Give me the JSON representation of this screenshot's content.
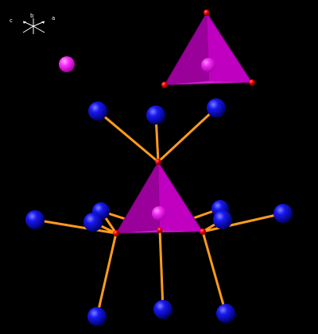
{
  "axes": {
    "labels": [
      "c",
      "b",
      "a"
    ]
  },
  "colors": {
    "background": "#000000",
    "tetrahedron": "#b400b4",
    "tetrahedron_light": "#cf2fcf",
    "tetrahedron_dark": "#7a007a",
    "central_atom": "#ff33ff",
    "oxygen": "#ee0000",
    "blue_atom": "#0a0ae0",
    "bond": "#ff9a1f"
  }
}
